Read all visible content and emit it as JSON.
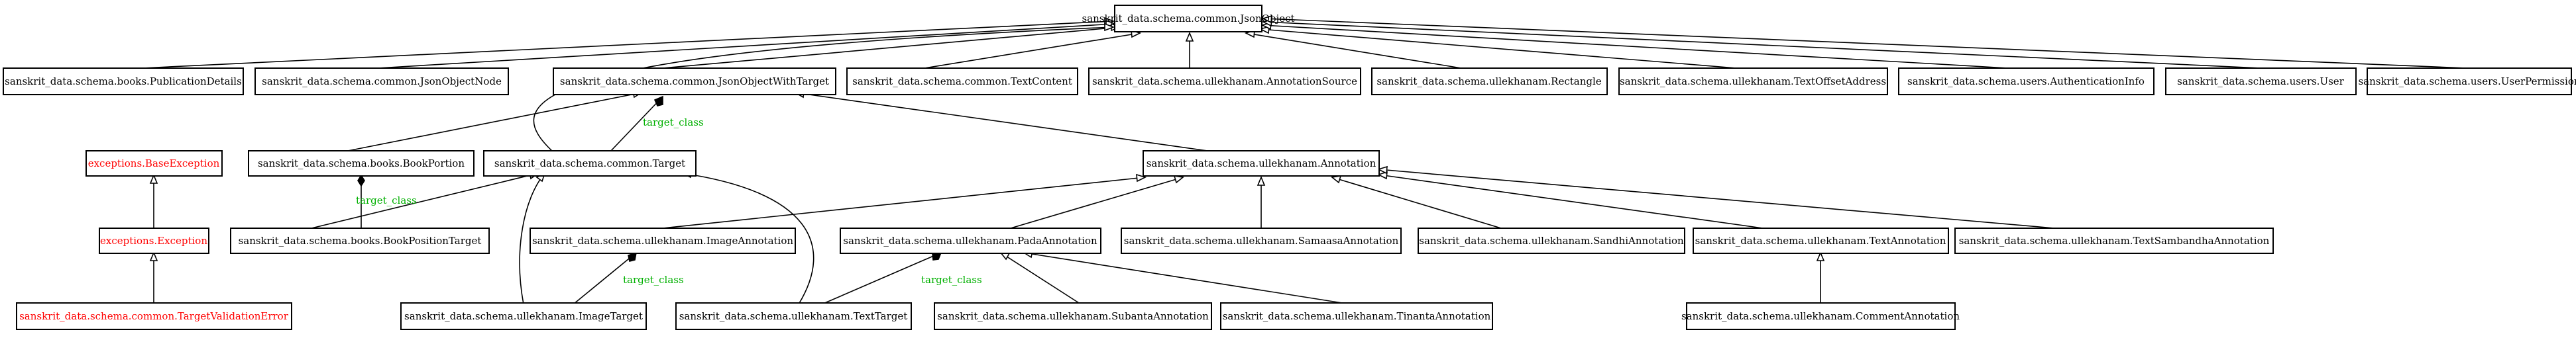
{
  "nodes": {
    "json_object": "sanskrit_data.schema.common.JsonObject",
    "publication_details": "sanskrit_data.schema.books.PublicationDetails",
    "json_object_node": "sanskrit_data.schema.common.JsonObjectNode",
    "json_object_with_target": "sanskrit_data.schema.common.JsonObjectWithTarget",
    "text_content": "sanskrit_data.schema.common.TextContent",
    "annotation_source": "sanskrit_data.schema.ullekhanam.AnnotationSource",
    "rectangle": "sanskrit_data.schema.ullekhanam.Rectangle",
    "text_offset_address": "sanskrit_data.schema.ullekhanam.TextOffsetAddress",
    "authentication_info": "sanskrit_data.schema.users.AuthenticationInfo",
    "user": "sanskrit_data.schema.users.User",
    "user_permission": "sanskrit_data.schema.users.UserPermission",
    "base_exception": "exceptions.BaseException",
    "exception": "exceptions.Exception",
    "target_validation_error": "sanskrit_data.schema.common.TargetValidationError",
    "book_portion": "sanskrit_data.schema.books.BookPortion",
    "target": "sanskrit_data.schema.common.Target",
    "annotation": "sanskrit_data.schema.ullekhanam.Annotation",
    "book_position_target": "sanskrit_data.schema.books.BookPositionTarget",
    "image_annotation": "sanskrit_data.schema.ullekhanam.ImageAnnotation",
    "pada_annotation": "sanskrit_data.schema.ullekhanam.PadaAnnotation",
    "samaasa_annotation": "sanskrit_data.schema.ullekhanam.SamaasaAnnotation",
    "sandhi_annotation": "sanskrit_data.schema.ullekhanam.SandhiAnnotation",
    "text_annotation": "sanskrit_data.schema.ullekhanam.TextAnnotation",
    "text_sambandha_annotation": "sanskrit_data.schema.ullekhanam.TextSambandhaAnnotation",
    "image_target": "sanskrit_data.schema.ullekhanam.ImageTarget",
    "text_target": "sanskrit_data.schema.ullekhanam.TextTarget",
    "subanta_annotation": "sanskrit_data.schema.ullekhanam.SubantaAnnotation",
    "tinanta_annotation": "sanskrit_data.schema.ullekhanam.TinantaAnnotation",
    "comment_annotation": "sanskrit_data.schema.ullekhanam.CommentAnnotation"
  },
  "edge_labels": {
    "target_class_1": "target_class",
    "target_class_2": "target_class",
    "target_class_3": "target_class",
    "target_class_4": "target_class"
  },
  "colors": {
    "exception_text": "#ff0000",
    "association_label": "#00b000",
    "box_border": "#000000"
  }
}
